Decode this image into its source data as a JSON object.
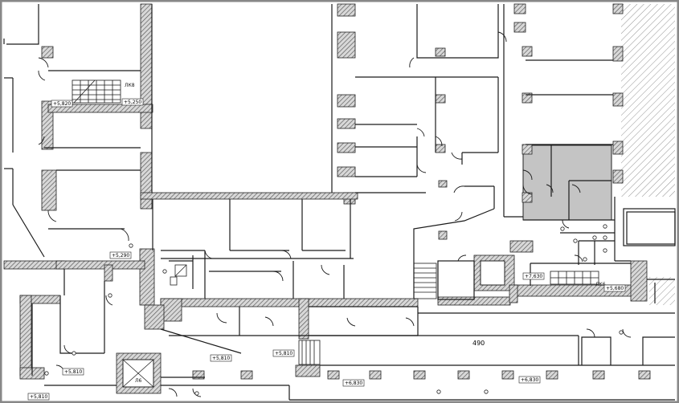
{
  "plan": {
    "stairs": [
      {
        "id": "stair-top",
        "label": "ЛК8"
      },
      {
        "id": "stair-right",
        "label": "ЛК6"
      },
      {
        "id": "stair-bottom",
        "label": "Л6"
      }
    ],
    "levels": [
      {
        "id": "lvl-1",
        "text": "+5,820"
      },
      {
        "id": "lvl-2",
        "text": "+5,250"
      },
      {
        "id": "lvl-3",
        "text": "+5,290"
      },
      {
        "id": "lvl-4",
        "text": "+7,630"
      },
      {
        "id": "lvl-5",
        "text": "+5,680"
      },
      {
        "id": "lvl-6",
        "text": "+5,810"
      },
      {
        "id": "lvl-7",
        "text": "+5,810"
      },
      {
        "id": "lvl-8",
        "text": "+5,810"
      },
      {
        "id": "lvl-9",
        "text": "+6,830"
      },
      {
        "id": "lvl-10",
        "text": "+6,830"
      },
      {
        "id": "lvl-11",
        "text": "+5,810"
      }
    ],
    "room_number": "490",
    "colors": {
      "highlight": "#c4c4c4",
      "wall": "#9a9a9a",
      "line": "#1a1a1a",
      "frame": "#888888"
    }
  }
}
